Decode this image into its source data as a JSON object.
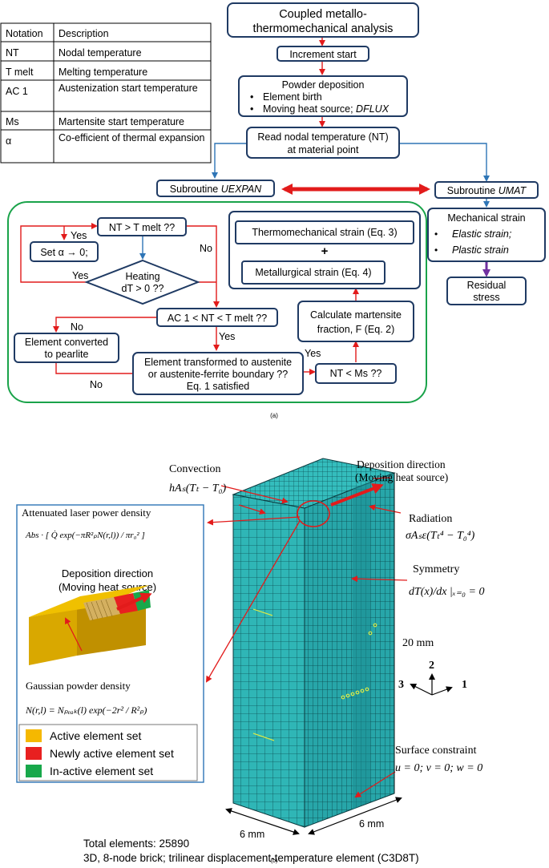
{
  "colors": {
    "box_border": "#1f3a63",
    "arrow_red": "#e21b1b",
    "arrow_blue": "#2e75b6",
    "arrow_purple": "#7030a0",
    "green_frame": "#1aa34a",
    "mesh_fill": "#2fb6b6",
    "legend_active": "#f5b800",
    "legend_new": "#e82020",
    "legend_inactive": "#18a84b"
  },
  "notation_table": {
    "headers": [
      "Notation",
      "Description"
    ],
    "rows": [
      {
        "notation": "NT",
        "description": "Nodal temperature"
      },
      {
        "notation": "T melt",
        "description": "Melting temperature"
      },
      {
        "notation": "AC 1",
        "description": "Austenization start temperature"
      },
      {
        "notation": "Ms",
        "description": "Martensite start temperature"
      },
      {
        "notation": "α",
        "description": "Co-efficient of thermal expansion"
      }
    ]
  },
  "flow": {
    "title": [
      "Coupled metallo-",
      "thermomechanical analysis"
    ],
    "increment_start": "Increment start",
    "powder_deposition": {
      "title": "Powder deposition",
      "bullets": [
        "Element birth",
        "Moving heat source; "
      ],
      "bullet_italic": "DFLUX"
    },
    "read_nt": [
      "Read nodal temperature (NT)",
      "at material point"
    ],
    "uexpan": {
      "prefix": "Subroutine ",
      "name": "UEXPAN"
    },
    "umat": {
      "prefix": "Subroutine ",
      "name": "UMAT"
    },
    "nt_gt_tmelt": "NT > T melt ??",
    "set_alpha": "Set α → 0;",
    "heating": [
      "Heating",
      "dT > 0 ??"
    ],
    "ac1_cond": "AC 1 < NT < T melt ??",
    "pearlite": [
      "Element converted",
      "to pearlite"
    ],
    "austenite": [
      "Element transformed to austenite",
      "or austenite-ferrite boundary ??",
      "Eq. 1 satisfied"
    ],
    "nt_lt_ms": "NT < Ms ??",
    "martensite": [
      "Calculate martensite",
      "fraction, F (Eq. 2)"
    ],
    "thermo_strain": "Thermomechanical strain (Eq. 3)",
    "plus": "+",
    "metallurgical_strain": "Metallurgical strain (Eq. 4)",
    "mech_strain": {
      "title": "Mechanical strain",
      "items": [
        "Elastic strain;",
        "Plastic strain"
      ]
    },
    "residual": [
      "Residual",
      "stress"
    ],
    "yes": "Yes",
    "no": "No",
    "caption": "(a)"
  },
  "model": {
    "convection": "Convection",
    "convection_eq": "hAₛ(Tₜ − T₀)",
    "deposition": [
      "Deposition direction",
      "(Moving heat source)"
    ],
    "radiation": "Radiation",
    "radiation_eq": "σAₛε(Tₜ⁴ − T₀⁴)",
    "symmetry": "Symmetry",
    "symmetry_eq": "dT(x)/dx |ₓ₌₀ = 0",
    "height": "20 mm",
    "width1": "6 mm",
    "width2": "6 mm",
    "axes": [
      "2",
      "3",
      "1"
    ],
    "surface_constraint": "Surface constraint",
    "surface_eq": "u = 0; v = 0; w = 0",
    "total_elements": "Total elements: 25890",
    "element_type": "3D, 8-node brick; trilinear displacement-temperature element (C3D8T)",
    "caption": "(b)"
  },
  "inset": {
    "laser_title": "Attenuated   laser  power  density",
    "laser_eq": "Abs · [ Q̇ exp(−πR²ₚN(r,l)) / πr₀² ]",
    "deposition": [
      "Deposition direction",
      "(Moving heat source)"
    ],
    "gaussian_title": "Gaussian     powder    density",
    "gaussian_eq": "N(r,l) = Nₚₑₐₖ(l) exp(−2r² / R²ₚ)",
    "legend": [
      "Active element set",
      "Newly active element set",
      "In-active element set"
    ]
  }
}
